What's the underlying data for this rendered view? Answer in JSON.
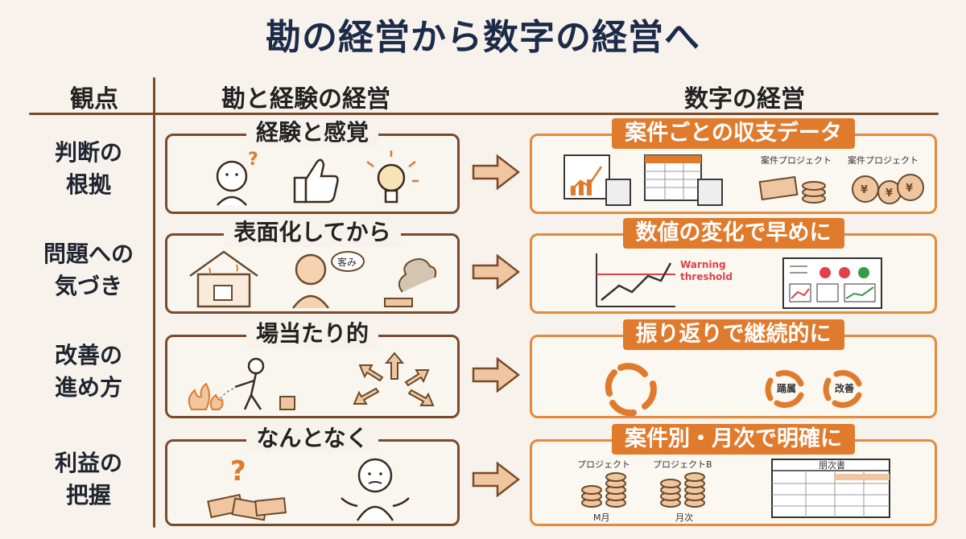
{
  "title": "勘の経営から数字の経営へ",
  "headers": {
    "viewpoint": "観点",
    "left": "勘と経験の経営",
    "right": "数字の経営"
  },
  "rows": [
    {
      "label_line1": "判断の",
      "label_line2": "根拠",
      "left_title": "経験と感覚",
      "right_title": "案件ごとの収支データ",
      "right_labels": [
        "案件プロジェクト",
        "案件プロジェクト"
      ]
    },
    {
      "label_line1": "問題への",
      "label_line2": "気づき",
      "left_title": "表面化してから",
      "left_bubble": "客み",
      "right_title": "数値の変化で早めに",
      "right_labels": [
        "Warning",
        "threshold"
      ]
    },
    {
      "label_line1": "改善の",
      "label_line2": "進め方",
      "left_title": "場当たり的",
      "right_title": "振り返りで継続的に",
      "right_labels": [
        "踊属",
        "改善"
      ]
    },
    {
      "label_line1": "利益の",
      "label_line2": "把握",
      "left_title": "なんとなく",
      "right_title": "案件別・月次で明確に",
      "right_labels": [
        "プロジェクト",
        "プロジェクトB",
        "M月",
        "月次",
        "朋次書"
      ]
    }
  ],
  "colors": {
    "accent": "#e07a2c",
    "brown": "#7a4a2a",
    "navy": "#1d2b4a",
    "red": "#e0414a",
    "green": "#3a9a4a"
  }
}
